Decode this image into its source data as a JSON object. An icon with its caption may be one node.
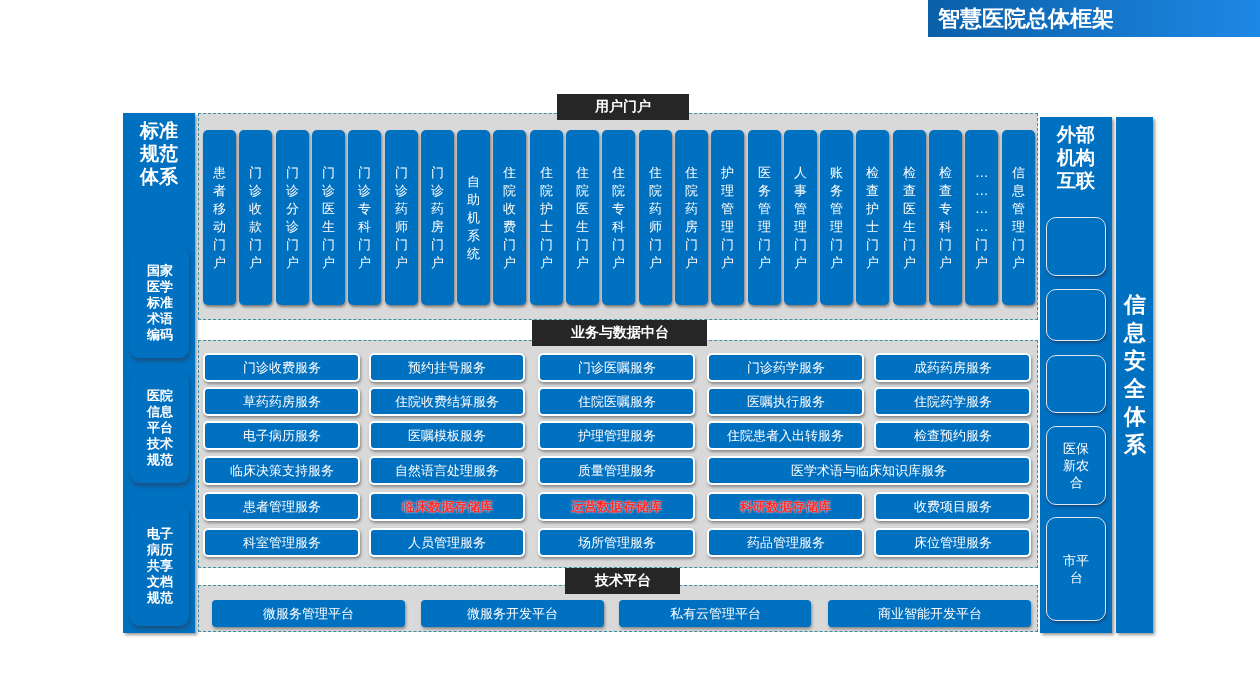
{
  "diagram": {
    "title": "智慧医院总体框架",
    "nodes": [
      {
        "text": [
          "标准规范体系"
        ]
      },
      {
        "text": [
          "国家医学标准术语编码"
        ],
        "in": 0
      },
      {
        "text": [
          "医院信息平台技术规范"
        ],
        "in": 0
      },
      {
        "text": [
          "电子病历共享文档规范"
        ],
        "in": 0
      },
      {
        "text": [
          "用户门户"
        ]
      },
      {
        "text": [
          "患者移动门户"
        ],
        "in": 4
      },
      {
        "text": [
          "门诊收款门户"
        ],
        "in": 4
      },
      {
        "text": [
          "门诊分诊门户"
        ],
        "in": 4
      },
      {
        "text": [
          "门诊医生门户"
        ],
        "in": 4
      },
      {
        "text": [
          "门诊专科门户"
        ],
        "in": 4
      },
      {
        "text": [
          "门诊药师门户"
        ],
        "in": 4
      },
      {
        "text": [
          "门诊药房门户"
        ],
        "in": 4
      },
      {
        "text": [
          "自助机系统"
        ],
        "in": 4
      },
      {
        "text": [
          "住院收费门户"
        ],
        "in": 4
      },
      {
        "text": [
          "住院护士门户"
        ],
        "in": 4
      },
      {
        "text": [
          "住院医生门户"
        ],
        "in": 4
      },
      {
        "text": [
          "住院专科门户"
        ],
        "in": 4
      },
      {
        "text": [
          "住院药师门户"
        ],
        "in": 4
      },
      {
        "text": [
          "住院药房门户"
        ],
        "in": 4
      },
      {
        "text": [
          "护理管理门户"
        ],
        "in": 4
      },
      {
        "text": [
          "医务管理门户"
        ],
        "in": 4
      },
      {
        "text": [
          "人事管理门户"
        ],
        "in": 4
      },
      {
        "text": [
          "账务管理门户"
        ],
        "in": 4
      },
      {
        "text": [
          "检查护士门户"
        ],
        "in": 4
      },
      {
        "text": [
          "检查医生门户"
        ],
        "in": 4
      },
      {
        "text": [
          "检查专科门户"
        ],
        "in": 4
      },
      {
        "text": [
          "…………门户"
        ],
        "in": 4
      },
      {
        "text": [
          "信息管理门户"
        ],
        "in": 4
      },
      {
        "text": [
          "业务与数据中台"
        ]
      },
      {
        "text": [
          "门诊收费服务"
        ],
        "in": 28
      },
      {
        "text": [
          "预约挂号服务"
        ],
        "in": 28
      },
      {
        "text": [
          "门诊医嘱服务"
        ],
        "in": 28
      },
      {
        "text": [
          "门诊药学服务"
        ],
        "in": 28
      },
      {
        "text": [
          "成药药房服务"
        ],
        "in": 28
      },
      {
        "text": [
          "草药药房服务"
        ],
        "in": 28
      },
      {
        "text": [
          "住院收费结算服务"
        ],
        "in": 28
      },
      {
        "text": [
          "住院医嘱服务"
        ],
        "in": 28
      },
      {
        "text": [
          "医嘱执行服务"
        ],
        "in": 28
      },
      {
        "text": [
          "住院药学服务"
        ],
        "in": 28
      },
      {
        "text": [
          "电子病历服务"
        ],
        "in": 28
      },
      {
        "text": [
          "医嘱模板服务"
        ],
        "in": 28
      },
      {
        "text": [
          "护理管理服务"
        ],
        "in": 28
      },
      {
        "text": [
          "住院患者入出转服务"
        ],
        "in": 28
      },
      {
        "text": [
          "检查预约服务"
        ],
        "in": 28
      },
      {
        "text": [
          "临床决策支持服务"
        ],
        "in": 28
      },
      {
        "text": [
          "自然语言处理服务"
        ],
        "in": 28
      },
      {
        "text": [
          "质量管理服务"
        ],
        "in": 28
      },
      {
        "text": [
          "医学术语与临床知识库服务"
        ],
        "in": 28
      },
      {
        "text": [
          "患者管理服务"
        ],
        "in": 28
      },
      {
        "text": [
          "临床数据存储库"
        ],
        "in": 28
      },
      {
        "text": [
          "运营数据存储库"
        ],
        "in": 28
      },
      {
        "text": [
          "科研数据存储库"
        ],
        "in": 28
      },
      {
        "text": [
          "收费项目服务"
        ],
        "in": 28
      },
      {
        "text": [
          "科室管理服务"
        ],
        "in": 28
      },
      {
        "text": [
          "人员管理服务"
        ],
        "in": 28
      },
      {
        "text": [
          "场所管理服务"
        ],
        "in": 28
      },
      {
        "text": [
          "药品管理服务"
        ],
        "in": 28
      },
      {
        "text": [
          "床位管理服务"
        ],
        "in": 28
      },
      {
        "text": [
          "技术平台"
        ]
      },
      {
        "text": [
          "微服务管理平台"
        ],
        "in": 58
      },
      {
        "text": [
          "微服务开发平台"
        ],
        "in": 58
      },
      {
        "text": [
          "私有云管理平台"
        ],
        "in": 58
      },
      {
        "text": [
          "商业智能开发平台"
        ],
        "in": 58
      },
      {
        "text": [
          "外部机构互联"
        ]
      },
      {
        "text": [],
        "shape": "box",
        "in": 63
      },
      {
        "text": [],
        "shape": "box",
        "in": 63
      },
      {
        "text": [],
        "shape": "box",
        "in": 63
      },
      {
        "text": [
          "医保新农合"
        ],
        "in": 63
      },
      {
        "text": [
          "市平台"
        ],
        "in": 63
      },
      {
        "text": [
          "信息安全体系"
        ]
      }
    ]
  }
}
